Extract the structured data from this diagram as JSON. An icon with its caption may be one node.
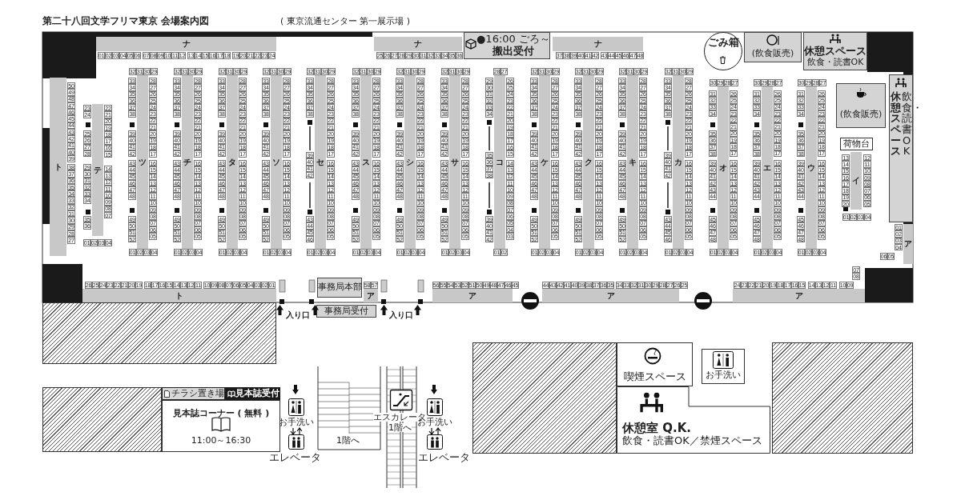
{
  "diagram": {
    "title": "第二十八回文学フリマ東京 会場案内図",
    "nodes": [
      {
        "text": [
          "ナ"
        ],
        "beside": [
          "01 02 03 04 05 06",
          "07 08 09 10 11 12",
          "13 14 15 16 17 18",
          "19 20 21 22 23 24"
        ]
      },
      {
        "text": [
          "ナ"
        ],
        "beside": [
          "25 26 27 28 29 30",
          "31 32 33 34 35 36"
        ]
      },
      {
        "text": [
          "●16:00 ごろ～",
          "搬出受付"
        ]
      },
      {
        "text": [
          "ナ"
        ],
        "beside": [
          "37 38 39 40 41 42",
          "43 44 45 46 47 48"
        ]
      },
      {
        "text": [
          "ごみ箱"
        ]
      },
      {
        "text": [
          "(飲食販売)"
        ]
      },
      {
        "text": [
          "休憩スペース",
          "飲食・読書OK"
        ]
      },
      {
        "text": [
          "ト"
        ],
        "beside": [
          "50 49 48 47 46 45 44 43 42 41 40 39",
          "38 37 36 35 34 33 32 31 30 29 28 27"
        ]
      },
      {
        "text": [
          "テ"
        ],
        "beside": [
          "23 24",
          "25 26 27 28",
          "29 30 31 32 33 34",
          "35 36",
          "22 21 20 19 18 17 16 15",
          "14 13 12 11 10 09 08 07",
          "01 02 03 04"
        ]
      },
      {
        "text": [
          "ツ"
        ],
        "beside": [
          "32 31 30 29",
          "33 34 35 36 37 38",
          "39 40 41 42",
          "43 44 45 46 47 48",
          "49 50 51 52",
          "28 27 26 25 24 23 22 21 20 19 18 17",
          "16 15 14 13 12 11 10 09 08 07 06 05",
          "01 02 03 04"
        ]
      },
      {
        "text": [
          "チ"
        ],
        "beside": [
          "32 31 30 29",
          "33 34 35 36 37 38",
          "39 40 41 42",
          "43 44 45 46 47 48",
          "49 50 51 52",
          "28 27 26 25 24 23 22 21 20 19 18 17",
          "16 15 14 13 12 11 10 09 08 07 06 05",
          "01 02 03 04"
        ]
      },
      {
        "text": [
          "タ"
        ],
        "beside": [
          "32 31 30 29",
          "33 34 35 36 37 38",
          "39 40 41 42",
          "43 44 45 46 47 48",
          "49 50 51 52",
          "28 27 26 25 24 23 22 21 20 19 18 17",
          "16 15 14 13 12 11 10 09 08 07 06 05",
          "01 02 03 04"
        ]
      },
      {
        "text": [
          "ソ"
        ],
        "beside": [
          "32 31 30 29",
          "33 34 35 36 37 38",
          "39 40 41 42",
          "43 44 45 46 47 48",
          "49 50 51 52",
          "28 27 26 25 24 23 22 21 20 19 18 17",
          "16 15 14 13 12 11 10 09 08 07 06 05",
          "01 02 03 04"
        ]
      },
      {
        "text": [
          "セ"
        ],
        "beside": [
          "32 31 30 29",
          "33 34 35 36 37 38",
          "39 40 41 42",
          "43 44 45 46",
          "28 27 26 25 24 23 22 21 20 19 18 17",
          "16 15 14 13 12 11 10 09 08 07 06 05",
          "01 02 03 04"
        ]
      },
      {
        "text": [
          "ス"
        ],
        "beside": [
          "32 31 30 29",
          "33 34 35 36 37 38",
          "39 40 41 42",
          "43 44 45 46 47 48",
          "49 50 51 52",
          "28 27 26 25 24 23 22 21 20 19 18 17",
          "16 15 14 13 12 11 10 09 08 07 06 05",
          "01 02 03 04"
        ]
      },
      {
        "text": [
          "シ"
        ],
        "beside": [
          "32 31 30 29",
          "33 34 35 36 37 38",
          "39 40 41 42",
          "43 44 45 46 47 48",
          "49 50 51 52",
          "28 27 26 25 24 23 22 21 20 19 18 17",
          "16 15 14 13 12 11 10 09 08 07 06 05",
          "01 02 03 04"
        ]
      },
      {
        "text": [
          "サ"
        ],
        "beside": [
          "32 31 30 29",
          "33 34 35 36 37 38",
          "39 40 41 42",
          "43 44 45 46 47 48",
          "49 50 51 52",
          "28 27 26 25 24 23 22 21 20 19 18 17",
          "16 15 14 13 12 11 10 09 08 07 06 05",
          "01 02 03 04"
        ]
      },
      {
        "text": [
          "コ"
        ],
        "beside": [
          "28 27",
          "29 30 31 32 33 34",
          "35 36 37 38",
          "39 40 41 42",
          "26 25 24 23 22 21 20 19 18 17 16 15",
          "14 13 12 11 10 09 08 07 06 05 04 03",
          "01 02"
        ]
      },
      {
        "text": [
          "ケ"
        ],
        "beside": [
          "32 31 30 29",
          "33 34 35 36 37 38",
          "39 40 41 42",
          "43 44 45 46 47 48",
          "49 50 51 52",
          "28 27 26 25 24 23 22 21 20 19 18 17",
          "16 15 14 13 12 11 10 09 08 07 06 05",
          "01 02 03 04"
        ]
      },
      {
        "text": [
          "ク"
        ],
        "beside": [
          "32 31 30 29",
          "33 34 35 36 37 38",
          "39 40 41 42",
          "43 44 45 46 47 48",
          "49 50 51 52",
          "28 27 26 25 24 23 22 21 20 19 18 17",
          "16 15 14 13 12 11 10 09 08 07 06 05",
          "01 02 03 04"
        ]
      },
      {
        "text": [
          "キ"
        ],
        "beside": [
          "32 31 30 29",
          "33 34 35 36 37 38",
          "39 40 41 42",
          "43 44 45 46 47 48",
          "49 50 51 52",
          "28 27 26 25 24 23 22 21 20 19 18 17",
          "16 15 14 13 12 11 10 09 08 07 06 05",
          "01 02 03 04"
        ]
      },
      {
        "text": [
          "カ"
        ],
        "beside": [
          "32 31 30 29",
          "33 34 35 36 37 38",
          "39 40 41 42",
          "43 44 45 46",
          "28 27 26 25 24 23 22 21 20 19 18 17",
          "16 15 14 13 12 11 10 09 08 07 06 05",
          "01 02 03 04"
        ]
      },
      {
        "text": [
          "オ"
        ],
        "beside": [
          "30 29 28 27",
          "31 32 33 34",
          "35 36 37 38",
          "39 40 41 42 43 44",
          "45 46 47 48",
          "26 25 24 23 22 21 20 19 18 17",
          "16 15 14 13 12 11 10 09 08 07 06 05",
          "01 02 03 04"
        ]
      },
      {
        "text": [
          "エ"
        ],
        "beside": [
          "30 29 28 27",
          "31 32 33 34",
          "35 36 37 38",
          "39 40 41 42 43 44",
          "45 46 47 48",
          "26 25 24 23 22 21 20 19 18 17",
          "16 15 14 13 12 11 10 09 08 07 06 05",
          "01 02 03 04"
        ]
      },
      {
        "text": [
          "ウ"
        ],
        "beside": [
          "30 29 28 27",
          "31 32 33 34",
          "35 36 37 38",
          "39 40 41 42 43 44",
          "45 46 47 48",
          "26 25 24 23 22 21 20 19 18 17",
          "16 15 14 13 12 11 10 09 08 07 06 05",
          "01 02 03 04"
        ]
      },
      {
        "text": [
          "(飲食販売)"
        ]
      },
      {
        "text": [
          "休憩スペース",
          "飲食・読書OK"
        ]
      },
      {
        "text": [
          "荷物台"
        ]
      },
      {
        "text": [
          "イ"
        ],
        "beside": [
          "13 14 15 16 17 18 19 20",
          "12 11 10 09 08 07 06 05",
          "01 02 03 04"
        ]
      },
      {
        "text": [
          "ア"
        ],
        "beside": [
          "01 02 03 04",
          "06 05"
        ]
      },
      {
        "text": [
          "ト"
        ],
        "beside": [
          "26 25 24 23 22 21 20 19",
          "18 17 16 15 14 13 12 11",
          "10 09 08 07 06 05 04 03 02 01"
        ]
      },
      {
        "text": [
          "事務局本部"
        ]
      },
      {
        "text": [
          "ア"
        ],
        "beside": [
          "58 57"
        ]
      },
      {
        "text": [
          "事務局受付"
        ]
      },
      {
        "text": [
          "ア"
        ],
        "beside": [
          "56 55 54 53 52 51 50 49 48 47 46 45"
        ]
      },
      {
        "text": [
          "ア"
        ],
        "beside": [
          "44 43 42 41 40 39 38 37 36 35",
          "34 33 32 31 30 29 28 27 26 25"
        ]
      },
      {
        "text": [
          "ア"
        ],
        "beside": [
          "24 23 22 21 20 19 18 17 16 15",
          "14 13 12 11",
          "10 09",
          "07 08"
        ]
      },
      {
        "text": [
          "チラシ置き場"
        ]
      },
      {
        "text": [
          "見本誌受付"
        ]
      },
      {
        "text": [
          "見本誌コーナー ( 無料 )",
          "11:00～16:30"
        ]
      },
      {
        "text": [
          "喫煙スペース"
        ]
      },
      {
        "text": [
          "お手洗い"
        ]
      },
      {
        "text": [
          "休憩室 Q.K.",
          "飲食・読書OK／禁煙スペース"
        ]
      },
      {
        "text": [],
        "shape": "box"
      },
      {
        "text": [],
        "shape": "box"
      },
      {
        "text": [],
        "shape": "box"
      },
      {
        "text": [],
        "shape": "box"
      }
    ],
    "labels": [
      "( 東京流通センター 第一展示場 )",
      "入り口",
      "入り口",
      "お手洗い",
      "エレベータ",
      "1階へ",
      "エスカレータ",
      "1階へ",
      "お手洗い",
      "エレベータ"
    ]
  }
}
